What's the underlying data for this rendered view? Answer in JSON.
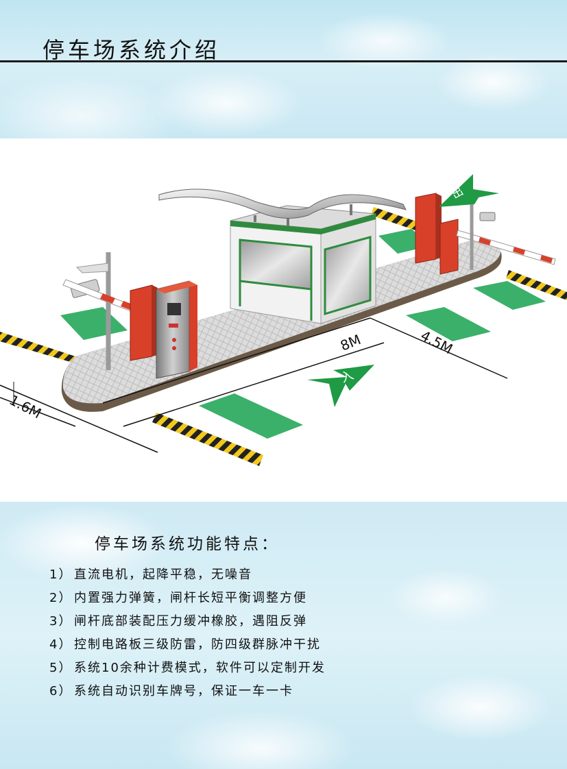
{
  "header": {
    "title": "停车场系统介绍"
  },
  "diagram": {
    "dim_main": "8M",
    "dim_gap": "4.5M",
    "dim_width": "1.6M",
    "sign_exit": "出",
    "sign_entry": "入",
    "colors": {
      "booth_green": "#2e8b3d",
      "barrier_red": "#d8402a",
      "lane_green": "#3bb06a",
      "hazard_yellow": "#f2c81c",
      "arrow_green": "#1f9a45"
    }
  },
  "features": {
    "title": "停车场系统功能特点：",
    "items": [
      {
        "num": "1）",
        "text": "直流电机，起降平稳，无噪音"
      },
      {
        "num": "2）",
        "text": "内置强力弹簧，闸杆长短平衡调整方便"
      },
      {
        "num": "3）",
        "text": "闸杆底部装配压力缓冲橡胶，遇阻反弹"
      },
      {
        "num": "4）",
        "text": "控制电路板三级防雷，防四级群脉冲干扰"
      },
      {
        "num": "5）",
        "text": "系统10余种计费模式，软件可以定制开发"
      },
      {
        "num": "6）",
        "text": "系统自动识别车牌号，保证一车一卡"
      }
    ]
  }
}
